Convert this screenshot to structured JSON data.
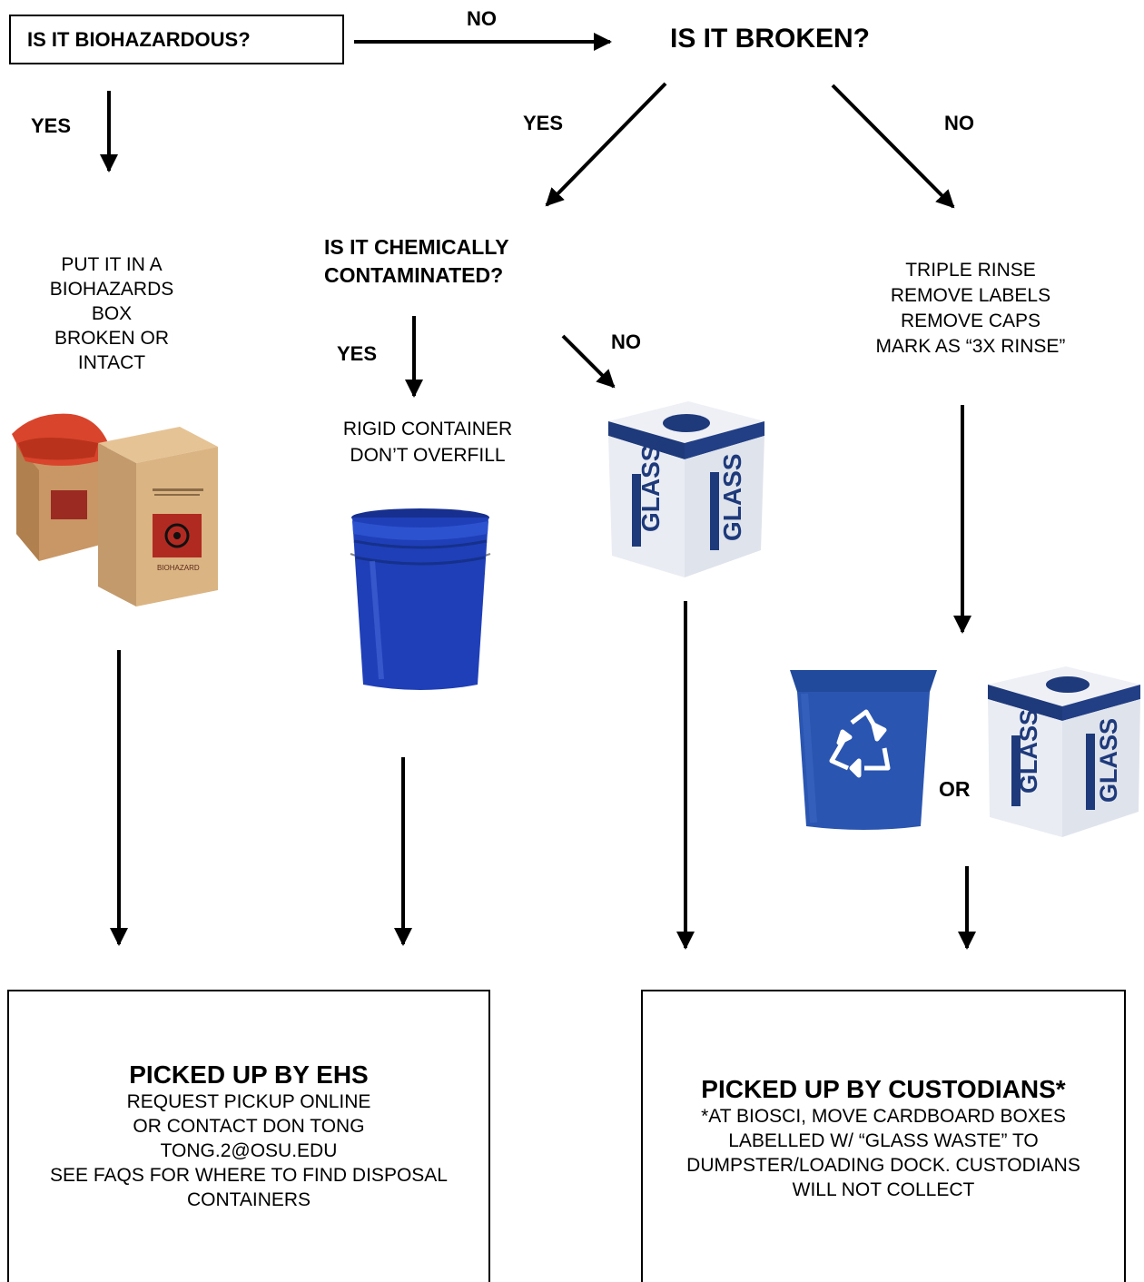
{
  "questions": {
    "biohazardous": "IS IT BIOHAZARDOUS?",
    "broken": "IS IT BROKEN?",
    "chemically_line1": "IS IT CHEMICALLY",
    "chemically_line2": "CONTAMINATED?"
  },
  "edges": {
    "bio_no": "NO",
    "bio_yes": "YES",
    "broken_yes": "YES",
    "broken_no": "NO",
    "chem_yes": "YES",
    "chem_no": "NO",
    "or": "OR"
  },
  "instructions": {
    "biohazard": [
      "PUT IT IN A",
      "BIOHAZARDS",
      "BOX",
      "BROKEN OR",
      "INTACT"
    ],
    "chemical": [
      "RIGID CONTAINER",
      "DON’T OVERFILL"
    ],
    "not_broken": [
      "TRIPLE RINSE",
      "REMOVE LABELS",
      "REMOVE CAPS",
      "MARK AS “3X RINSE”"
    ]
  },
  "images": {
    "biohazard_box_label": "BIOHAZARD",
    "glass_box_label": "GLASS"
  },
  "outcomes": {
    "ehs": {
      "title": "PICKED UP BY EHS",
      "lines": [
        "REQUEST PICKUP ONLINE",
        "OR CONTACT DON TONG",
        "TONG.2@OSU.EDU",
        "SEE FAQS FOR WHERE TO FIND DISPOSAL",
        "CONTAINERS"
      ]
    },
    "custodians": {
      "title": "PICKED UP BY CUSTODIANS*",
      "lines": [
        "*AT BIOSCI, MOVE CARDBOARD BOXES",
        "LABELLED W/ “GLASS WASTE” TO",
        "DUMPSTER/LOADING DOCK. CUSTODIANS",
        "WILL NOT COLLECT"
      ]
    }
  },
  "colors": {
    "bucket_blue": "#1f3fb8",
    "bin_blue": "#2a55b0",
    "cardboard": "#d9b07c",
    "bag_red": "#d8452c",
    "glass_box_blue": "#1e3a7a"
  }
}
